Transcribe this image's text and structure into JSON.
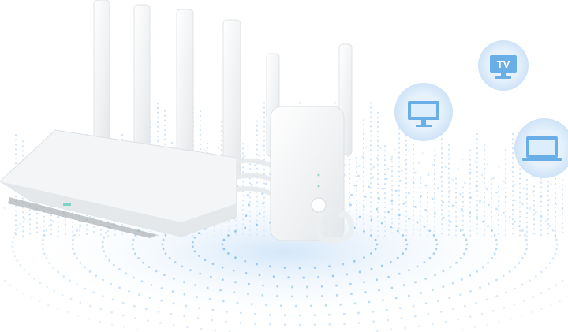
{
  "devices": {
    "tv_label": "TV"
  },
  "colors": {
    "accent_blue": "#5fa8e8",
    "bubble_fill": "#e3f0fc",
    "dot_blue": "#8ec2ee",
    "device_white": "#f6f7f8"
  },
  "icons": [
    "monitor-icon",
    "tv-icon",
    "laptop-icon",
    "router",
    "wifi-extender"
  ]
}
